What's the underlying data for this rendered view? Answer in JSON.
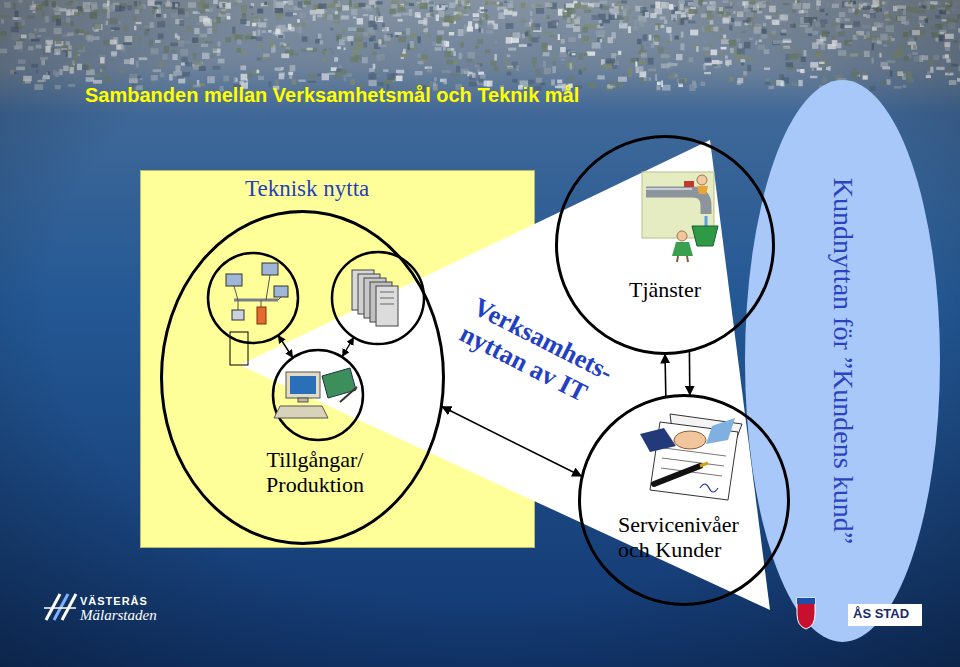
{
  "diagram": {
    "title": "Sambanden mellan Verksamhetsmål och Teknik mål",
    "nodes": [
      {
        "text": [
          "Teknisk nytta"
        ]
      },
      {
        "text": [
          "Tillgångar/ Produktion"
        ],
        "in": 0
      },
      {
        "text": [
          "Verksamhets- nyttan av IT"
        ]
      },
      {
        "text": [
          "Tjänster"
        ]
      },
      {
        "text": [
          "Servicenivåer och Kunder"
        ]
      },
      {
        "text": [
          "Kundnyttan för ”Kundens kund”"
        ]
      }
    ],
    "edges": [
      {
        "from": 4,
        "to": 3,
        "arrow": "to"
      },
      {
        "from": 3,
        "to": 4,
        "arrow": "to"
      },
      {
        "from": 1,
        "to": 4,
        "arrow": "both"
      }
    ],
    "labels": [
      "VÄSTERÅS",
      "Mälarstaden",
      "ÅS STAD"
    ]
  }
}
